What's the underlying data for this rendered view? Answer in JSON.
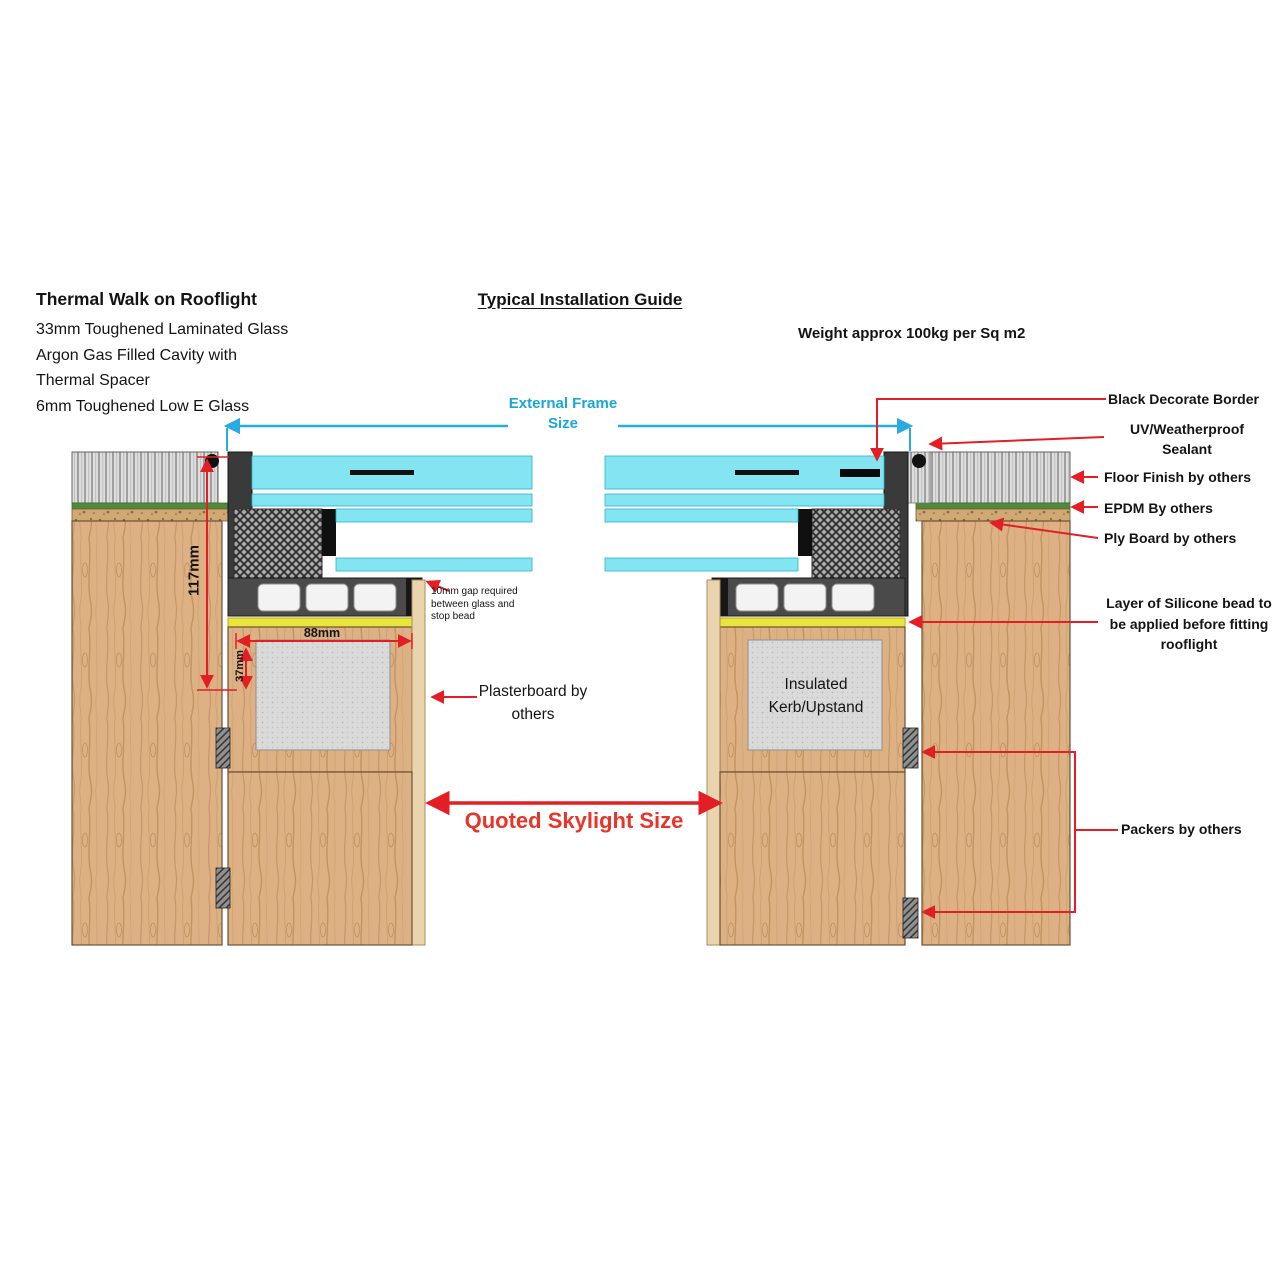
{
  "header": {
    "product_title": "Thermal Walk on Rooflight",
    "product_specs": [
      "33mm Toughened Laminated Glass",
      "Argon Gas Filled Cavity with",
      "Thermal Spacer",
      "6mm Toughened Low E Glass"
    ],
    "guide_title": "Typical Installation Guide",
    "weight_note": "Weight approx 100kg per Sq m2"
  },
  "dimensions": {
    "external_frame_label": "External Frame Size",
    "quoted_skylight_label": "Quoted Skylight Size",
    "frame_height": "117mm",
    "frame_width": "88mm",
    "bead_offset": "37mm"
  },
  "callouts": {
    "black_border": "Black Decorate Border",
    "uv_sealant": "UV/Weatherproof Sealant",
    "floor_finish": "Floor Finish by others",
    "epdm": "EPDM By others",
    "ply_board": "Ply Board by others",
    "silicone_bead": "Layer of Silicone bead to be applied before fitting rooflight",
    "packers": "Packers by others",
    "plasterboard": "Plasterboard by others",
    "gap_note": "10mm gap required between glass and stop bead",
    "insulated_kerb": "Insulated Kerb/Upstand"
  },
  "colors": {
    "dimension_red": "#e31e24",
    "frame_size_blue": "#29abe2",
    "glass_cyan": "#84e5f2",
    "epdm_green": "#4f8a3d",
    "silicone_yellow": "#e9e53a"
  }
}
